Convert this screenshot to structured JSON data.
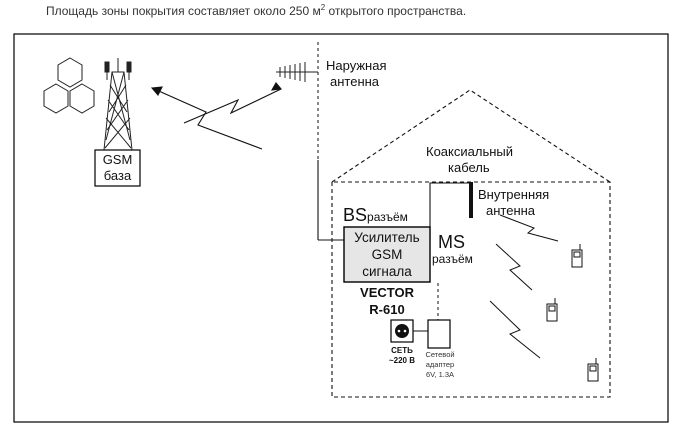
{
  "caption": {
    "text": "Площадь зоны покрытия составляет около 250 м",
    "sup": "2",
    "tail": " открытого пространства."
  },
  "labels": {
    "gsm_base_1": "GSM",
    "gsm_base_2": "база",
    "outdoor_antenna_1": "Наружная",
    "outdoor_antenna_2": "антенна",
    "coax_cable_1": "Коаксиальный",
    "coax_cable_2": "кабель",
    "indoor_antenna_1": "Внутренняя",
    "indoor_antenna_2": "антенна",
    "bs_big": "BS",
    "bs_small": "разъём",
    "ms_big": "MS",
    "ms_small": "разъём",
    "amp_1": "Усилитель",
    "amp_2": "GSM",
    "amp_3": "сигнала",
    "model_1": "VECTOR",
    "model_2": "R-610",
    "socket_1": "СЕТЬ",
    "socket_2": "~220 В",
    "adapter_1": "Сетевой",
    "adapter_2": "адаптер",
    "adapter_3": "6V, 1.3A"
  },
  "colors": {
    "line": "#111111",
    "amp_fill": "#e6e6e6",
    "border": "#000000"
  }
}
